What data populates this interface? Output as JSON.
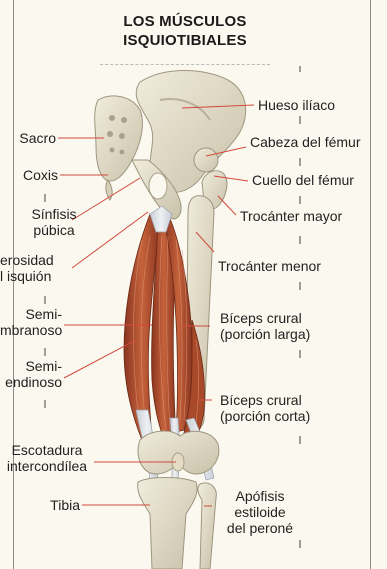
{
  "title": {
    "line1": "LOS MÚSCULOS",
    "line2": "ISQUIOTIBIALES"
  },
  "labels_right": {
    "hueso_iliaco": "Hueso ilíaco",
    "cabeza_femur": "Cabeza del fémur",
    "cuello_femur": "Cuello del fémur",
    "trocanter_mayor": "Trocánter mayor",
    "trocanter_menor": "Trocánter menor",
    "biceps_larga_1": "Bíceps crural",
    "biceps_larga_2": "(porción larga)",
    "biceps_corta_1": "Bíceps crural",
    "biceps_corta_2": "(porción corta)",
    "apofisis_1": "Apófisis",
    "apofisis_2": "estiloide",
    "apofisis_3": "del peroné"
  },
  "labels_left": {
    "sacro": "Sacro",
    "coxis": "Coxis",
    "sinfisis_1": "Sínfisis",
    "sinfisis_2": "púbica",
    "tuberosidad_1": "erosidad",
    "tuberosidad_2": "l isquión",
    "semimembranoso_1": "Semi-",
    "semimembranoso_2": "mbranoso",
    "semitendinoso_1": "Semi-",
    "semitendinoso_2": "endinoso",
    "escotadura_1": "Escotadura",
    "escotadura_2": "intercondílea",
    "tibia": "Tibia"
  },
  "colors": {
    "background": "#fbf8ef",
    "bone": "#e9e3cf",
    "bone_shadow": "#b9b29b",
    "muscle": "#b5532f",
    "muscle_dark": "#7b2f1a",
    "tendon": "#dfe2e6",
    "leader_line": "#d24a3c"
  }
}
